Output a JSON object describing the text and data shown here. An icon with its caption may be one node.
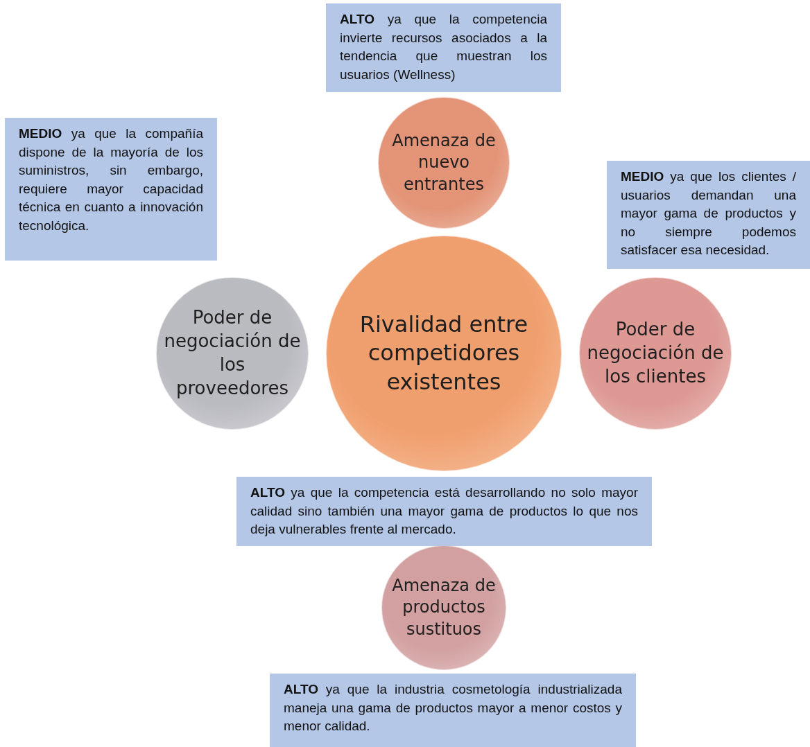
{
  "diagram": {
    "nodes": [
      {
        "text": [
          "**ALTO** ya que la competencia invierte recursos asociados a la tendencia que muestran los usuarios (Wellness)"
        ]
      },
      {
        "text": [
          "Amenaza de nuevo entrantes"
        ]
      },
      {
        "text": [
          "**MEDIO** ya que la compañía dispone de la mayoría de los suministros, sin embargo, requiere mayor capacidad técnica en cuanto a innovación tecnológica."
        ]
      },
      {
        "text": [
          "**MEDIO** ya que los clientes / usuarios demandan una mayor gama de productos y no siempre podemos satisfacer esa necesidad."
        ]
      },
      {
        "text": [
          "Poder de negociación de los proveedores"
        ]
      },
      {
        "text": [
          "Rivalidad entre competidores existentes"
        ]
      },
      {
        "text": [
          "Poder de negociación de los clientes"
        ]
      },
      {
        "text": [
          "**ALTO** ya que la competencia está desarrollando no solo mayor calidad sino también una mayor gama de productos lo que nos deja vulnerables frente al mercado."
        ]
      },
      {
        "text": [
          "Amenaza de productos sustituos"
        ]
      },
      {
        "text": [
          "**ALTO** ya que la industria cosmetología industrializada maneja una gama de productos mayor a menor costos y menor calidad."
        ]
      }
    ],
    "edges": []
  }
}
